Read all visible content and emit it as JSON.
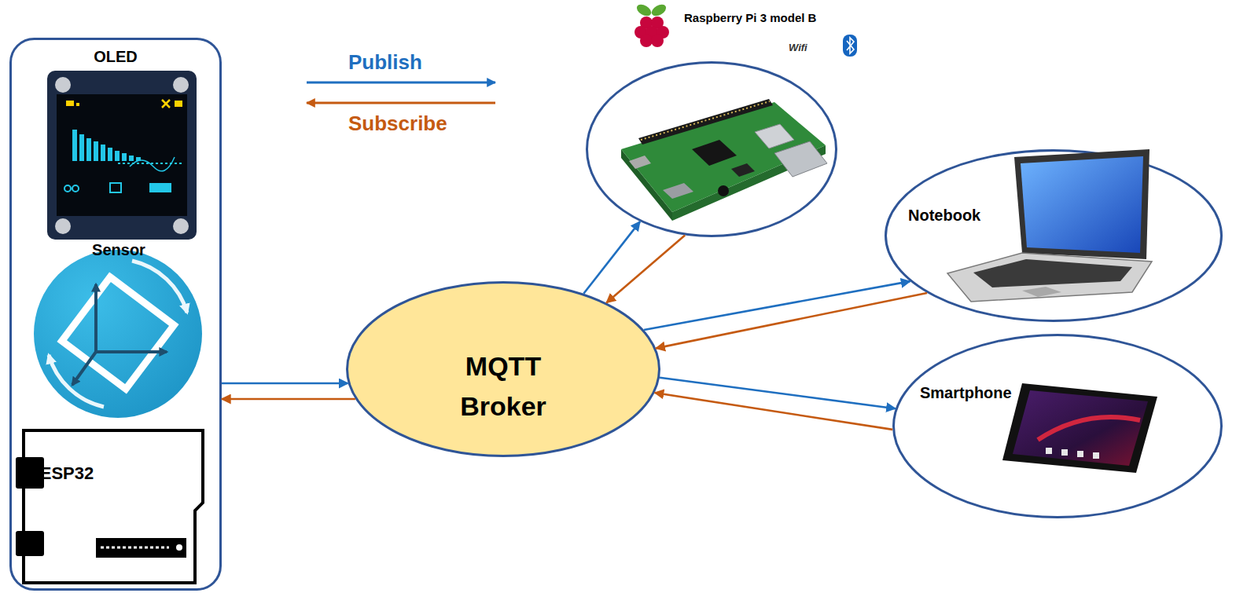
{
  "diagram": {
    "nodes": [
      {
        "text": [
          "OLED",
          "Sensor",
          "ESP32"
        ]
      },
      {
        "text": [
          "MQTT Broker"
        ]
      },
      {
        "text": [
          "Raspberry Pi 3 model B"
        ]
      },
      {
        "text": [
          "Notebook"
        ]
      },
      {
        "text": [
          "Smartphone"
        ]
      }
    ],
    "edges": [
      {
        "from": 0,
        "to": 1,
        "arrow": "to"
      },
      {
        "from": 1,
        "to": 0,
        "arrow": "to"
      },
      {
        "from": 1,
        "to": 2,
        "arrow": "to"
      },
      {
        "from": 2,
        "to": 1,
        "arrow": "to"
      },
      {
        "from": 1,
        "to": 3,
        "arrow": "to"
      },
      {
        "from": 3,
        "to": 1,
        "arrow": "to"
      },
      {
        "from": 1,
        "to": 4,
        "arrow": "to"
      },
      {
        "from": 4,
        "to": 1,
        "arrow": "to"
      }
    ],
    "labels": [
      "Wifi"
    ],
    "legend": [
      {
        "text": "Publish"
      },
      {
        "text": "Subscribe"
      }
    ]
  }
}
